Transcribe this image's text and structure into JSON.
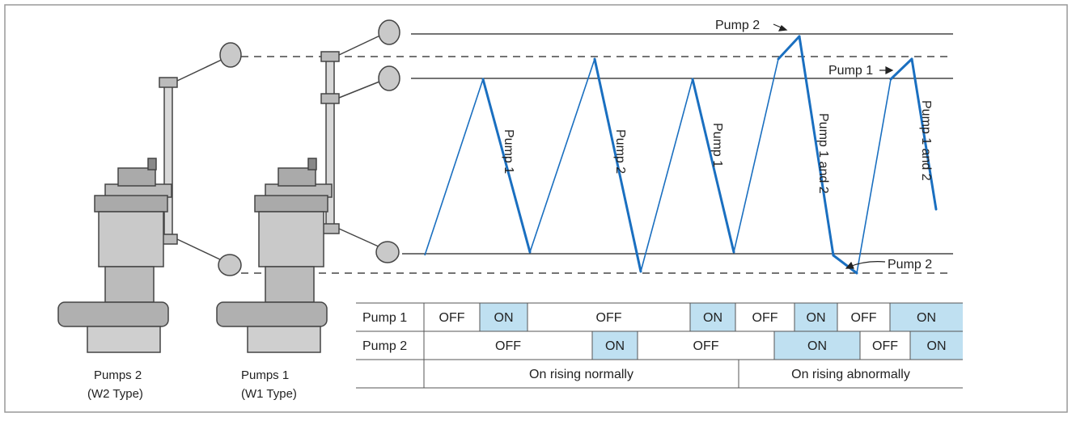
{
  "colors": {
    "line": "#1a6fc0",
    "on_fill": "#bfe0f1",
    "frame": "#999999",
    "pump_body": "#c9c9c9",
    "pump_dark": "#555555"
  },
  "pumps": [
    {
      "name": "Pumps 2",
      "type": "(W2 Type)"
    },
    {
      "name": "Pumps 1",
      "type": "(W1 Type)"
    }
  ],
  "chart_labels": {
    "pump1": "Pump 1",
    "pump2": "Pump 2",
    "both": "Pump 1 and 2"
  },
  "table": {
    "rows": [
      {
        "label": "Pump 1",
        "cells": [
          {
            "text": "OFF",
            "on": false
          },
          {
            "text": "ON",
            "on": true
          },
          {
            "text": "OFF",
            "on": false
          },
          {
            "text": "ON",
            "on": true
          },
          {
            "text": "OFF",
            "on": false
          },
          {
            "text": "ON",
            "on": true
          },
          {
            "text": "OFF",
            "on": false
          },
          {
            "text": "ON",
            "on": true
          }
        ]
      },
      {
        "label": "Pump 2",
        "cells": [
          {
            "text": "OFF",
            "on": false
          },
          {
            "text": "ON",
            "on": true
          },
          {
            "text": "OFF",
            "on": false
          },
          {
            "text": "ON",
            "on": true
          },
          {
            "text": "OFF",
            "on": false
          },
          {
            "text": "ON",
            "on": true
          }
        ]
      }
    ],
    "footer": [
      "On rising normally",
      "On rising abnormally"
    ]
  }
}
